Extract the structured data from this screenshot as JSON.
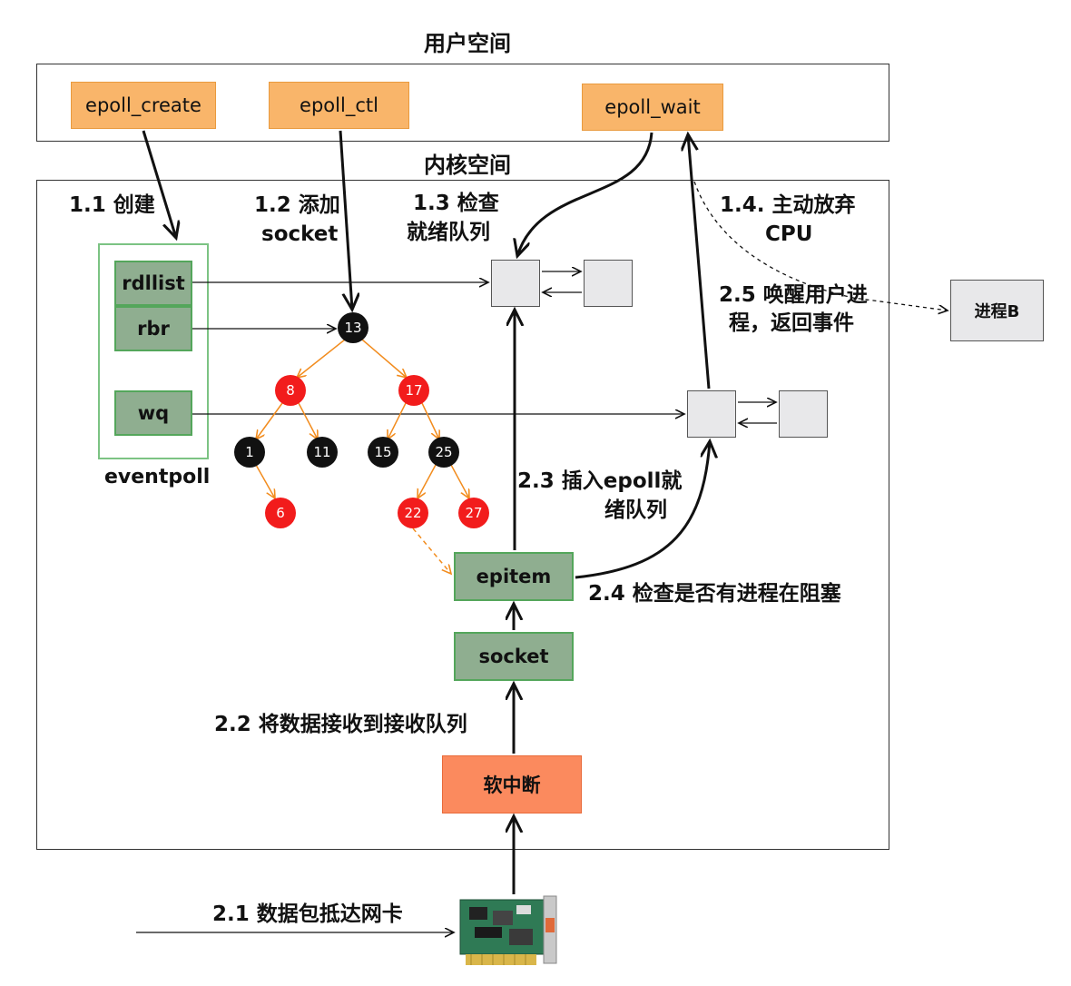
{
  "user_space": {
    "title": "用户空间"
  },
  "kernel_space": {
    "title": "内核空间"
  },
  "syscalls": {
    "create": "epoll_create",
    "ctl": "epoll_ctl",
    "wait": "epoll_wait"
  },
  "eventpoll": {
    "title": "eventpoll",
    "fields": [
      "rdllist",
      "rbr",
      "wq"
    ]
  },
  "rbtree_nodes": [
    {
      "key": "13",
      "color": "black"
    },
    {
      "key": "8",
      "color": "red"
    },
    {
      "key": "17",
      "color": "red"
    },
    {
      "key": "1",
      "color": "black"
    },
    {
      "key": "11",
      "color": "black"
    },
    {
      "key": "15",
      "color": "black"
    },
    {
      "key": "25",
      "color": "black"
    },
    {
      "key": "6",
      "color": "red"
    },
    {
      "key": "22",
      "color": "red"
    },
    {
      "key": "27",
      "color": "red"
    }
  ],
  "steps": {
    "s1_1": "1.1 创建",
    "s1_2_a": "1.2 添加",
    "s1_2_b": "socket",
    "s1_3_a": "1.3 检查",
    "s1_3_b": "就绪队列",
    "s1_4_a": "1.4. 主动放弃",
    "s1_4_b": "CPU",
    "s2_5_a": "2.5 唤醒用户进",
    "s2_5_b": "程，返回事件",
    "s2_3_a": "2.3 插入epoll就",
    "s2_3_b": "绪队列",
    "s2_4": "2.4 检查是否有进程在阻塞",
    "s2_2": "2.2 将数据接收到接收队列",
    "s2_1": "2.1 数据包抵达网卡"
  },
  "boxes": {
    "epitem": "epitem",
    "socket": "socket",
    "softirq": "软中断",
    "process_b": "进程B"
  },
  "colors": {
    "orange": "#f9b56a",
    "green_fill": "#8fae90",
    "green_border": "#54a65b",
    "softirq": "#fb8a5e",
    "tree_edge": "#f28c1e",
    "red_node": "#f21c1c",
    "black_node": "#111111"
  }
}
